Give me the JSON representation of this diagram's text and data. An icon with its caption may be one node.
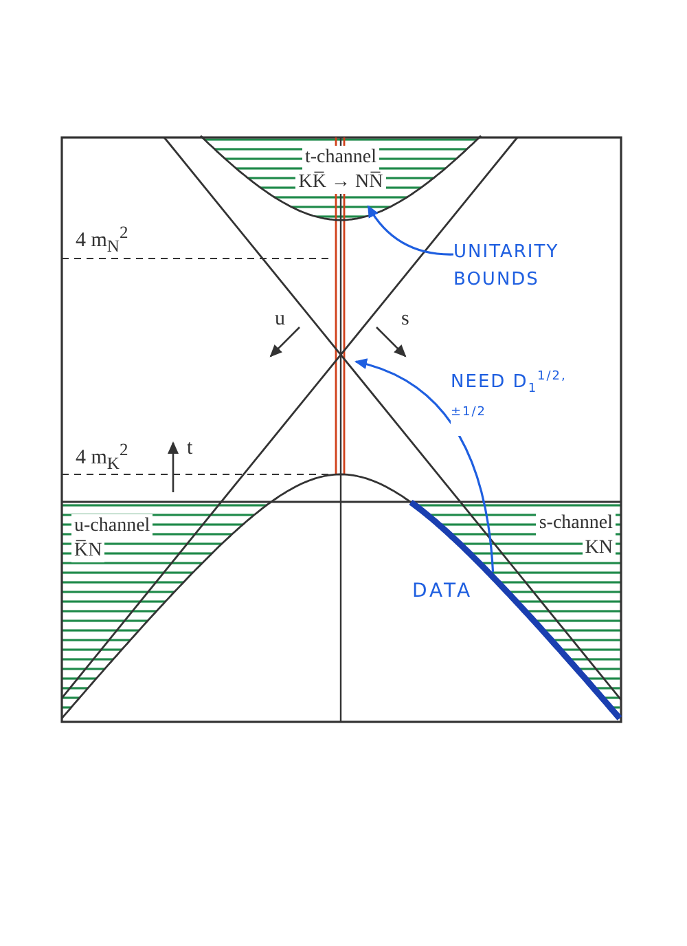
{
  "diagram": {
    "nodes": [
      {
        "text": [
          "t-channel",
          "KK̅ → NN̅"
        ]
      },
      {
        "text": [
          "UNITARITY BOUNDS"
        ]
      },
      {
        "text": [
          "u-channel",
          "K̅N"
        ]
      },
      {
        "text": [
          "s-channel",
          "KN"
        ]
      }
    ],
    "edges": [
      {
        "from": 1,
        "to": 0,
        "arrow": "to"
      },
      {
        "from": 3,
        "to": null,
        "arrow": "to",
        "label": "NEED D$_{1}$$^{1/2, ±1/2}$"
      }
    ],
    "labels": [
      "4 m$_{N}$$^{2}$",
      "u",
      "s",
      "4 m$_{K}$$^{2}$",
      "t",
      "DATA"
    ]
  }
}
